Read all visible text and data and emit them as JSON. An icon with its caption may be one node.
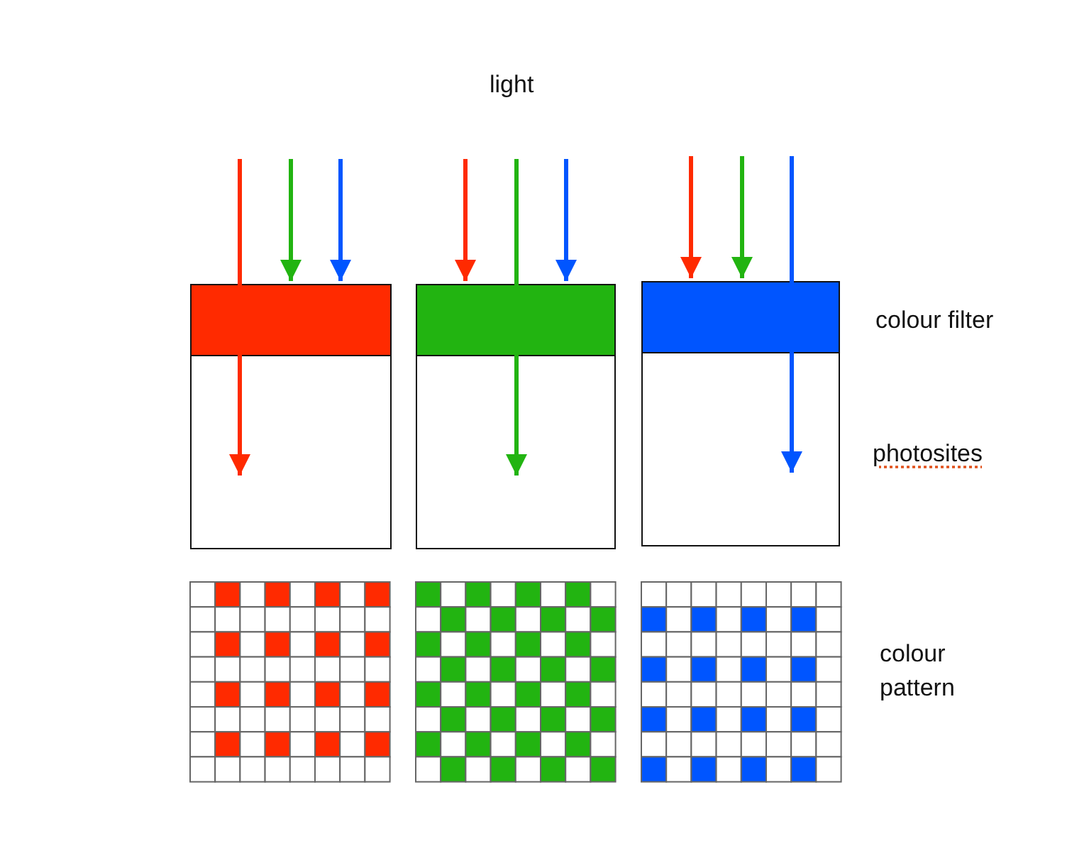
{
  "diagram": {
    "nodes": [
      {
        "text": [],
        "shape": "bar"
      },
      {
        "text": [],
        "shape": "bar"
      },
      {
        "text": [],
        "shape": "bar"
      },
      {
        "text": [],
        "shape": "box"
      },
      {
        "text": [],
        "shape": "box"
      },
      {
        "text": [],
        "shape": "box"
      }
    ],
    "edges": [
      {
        "from": null,
        "to": 3,
        "arrow": "to",
        "color": "#ff2a00"
      },
      {
        "from": null,
        "to": 0,
        "arrow": "to",
        "color": "#22b411"
      },
      {
        "from": null,
        "to": 0,
        "arrow": "to",
        "color": "#0055ff"
      },
      {
        "from": null,
        "to": 1,
        "arrow": "to",
        "color": "#ff2a00"
      },
      {
        "from": null,
        "to": 4,
        "arrow": "to",
        "color": "#22b411"
      },
      {
        "from": null,
        "to": 1,
        "arrow": "to",
        "color": "#0055ff"
      },
      {
        "from": null,
        "to": 2,
        "arrow": "to",
        "color": "#ff2a00"
      },
      {
        "from": null,
        "to": 2,
        "arrow": "to",
        "color": "#22b411"
      },
      {
        "from": null,
        "to": 5,
        "arrow": "to",
        "color": "#0055ff"
      }
    ],
    "labels": [
      "light",
      "colour filter",
      "photosites",
      "colour pattern"
    ]
  }
}
